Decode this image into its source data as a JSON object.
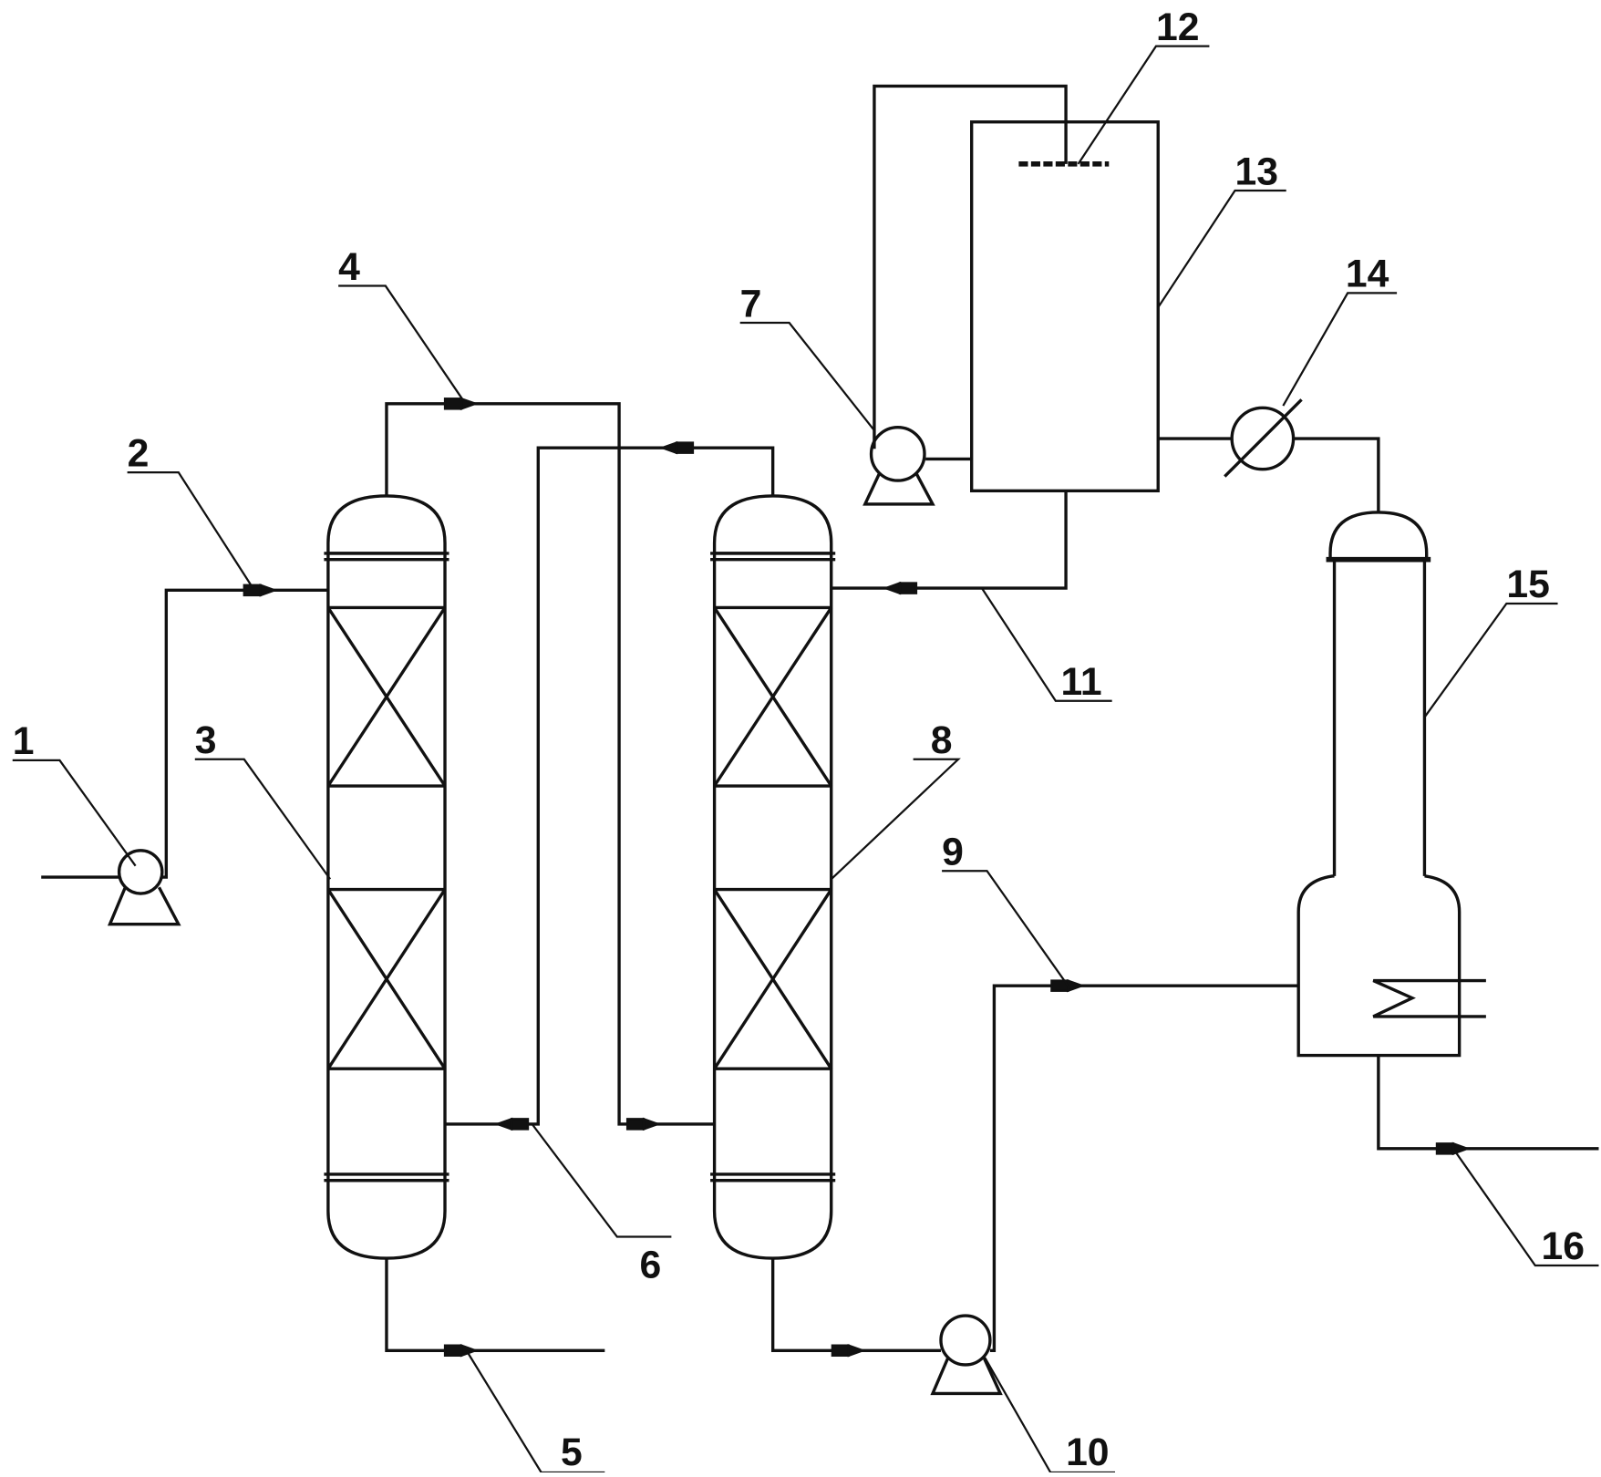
{
  "labels": {
    "l1": "1",
    "l2": "2",
    "l3": "3",
    "l4": "4",
    "l5": "5",
    "l6": "6",
    "l7": "7",
    "l8": "8",
    "l9": "9",
    "l10": "10",
    "l11": "11",
    "l12": "12",
    "l13": "13",
    "l14": "14",
    "l15": "15",
    "l16": "16"
  },
  "colors": {
    "line": "#111111",
    "background": "#ffffff"
  }
}
